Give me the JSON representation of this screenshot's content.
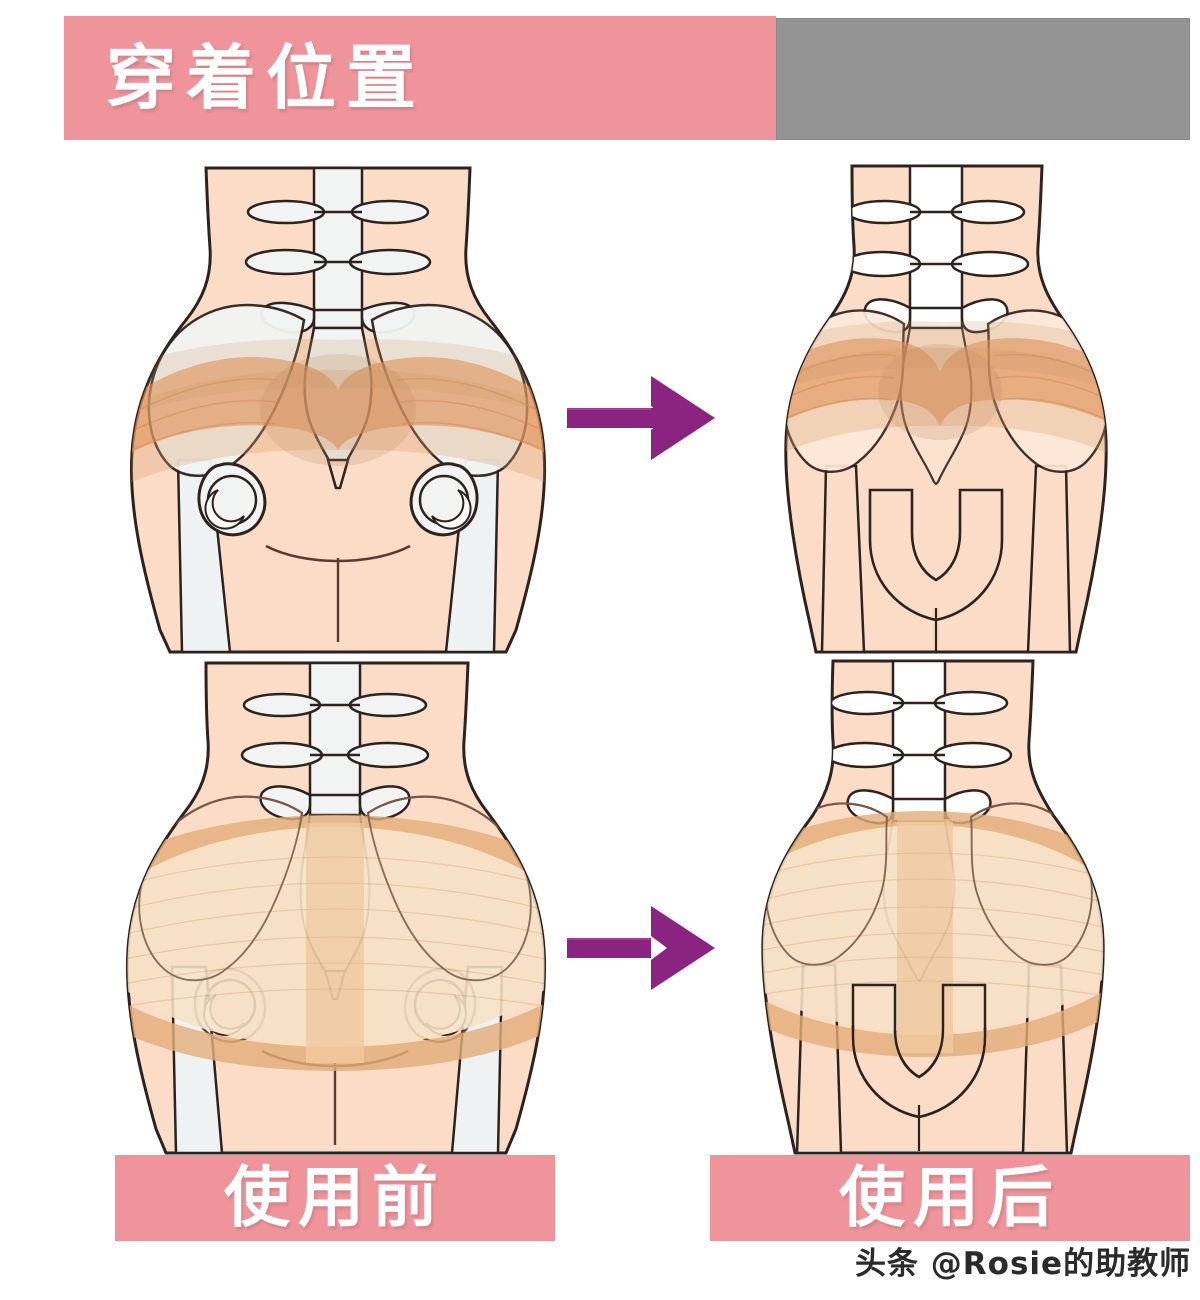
{
  "header": {
    "title": "穿着位置",
    "title_banner_color": "#F0949C",
    "title_text_color": "#FFFFFF",
    "redaction_block_color": "#949494"
  },
  "footer": {
    "before_label": "使用前",
    "after_label": "使用后",
    "label_bg_color": "#F0949C",
    "label_text_color": "#FFFFFF",
    "watermark": "头条 @Rosie的助教师"
  },
  "arrows": {
    "color": "#8B2481",
    "top_label": "arrow-right",
    "bottom_label": "arrow-right"
  },
  "palette": {
    "skin": "#FBDCC6",
    "skin_light": "#FDE8D8",
    "bone": "#F2F4F4",
    "bone_outline": "#3A2B28",
    "muscle_orange": "#E8A87C",
    "muscle_orange_dark": "#DE9463",
    "belt_tan": "#F3D9B4",
    "belt_tan_dark": "#E8BA8A",
    "belt_band_mid": "#F7E4C9",
    "outline": "#2E2220",
    "pink": "#F0949C",
    "purple": "#8B2481",
    "gray": "#949494"
  },
  "figures": [
    {
      "id": "fig-top-left",
      "name": "pelvis-before-wide-muscles",
      "state": "before",
      "row": "muscle-view",
      "description": "Wide pelvis with spread iliac bones and orange gluteal muscle bands"
    },
    {
      "id": "fig-top-right",
      "name": "pelvis-after-narrow-muscles",
      "state": "after",
      "row": "muscle-view",
      "description": "Narrow pelvis with tightened orange gluteal muscle bands"
    },
    {
      "id": "fig-bot-left",
      "name": "pelvis-before-wide-belt",
      "state": "before",
      "row": "belt-view",
      "description": "Wide pelvis with tan support belt band across hips"
    },
    {
      "id": "fig-bot-right",
      "name": "pelvis-after-narrow-belt",
      "state": "after",
      "row": "belt-view",
      "description": "Narrow pelvis with tan support belt band across hips"
    }
  ]
}
